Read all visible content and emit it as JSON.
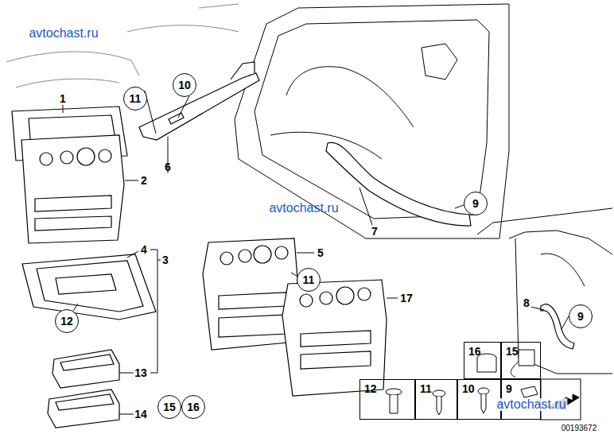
{
  "diagram": {
    "nodes": [
      {
        "text": [
          "11"
        ]
      },
      {
        "text": [
          "10"
        ]
      },
      {
        "text": [
          "9"
        ]
      },
      {
        "text": [
          "11"
        ]
      },
      {
        "text": [
          "12"
        ]
      },
      {
        "text": [
          "9"
        ]
      },
      {
        "text": [
          "16"
        ]
      },
      {
        "text": [
          "15"
        ]
      },
      {
        "text": [
          "12"
        ]
      },
      {
        "text": [
          "11"
        ]
      },
      {
        "text": [
          "10"
        ]
      },
      {
        "text": [
          "9"
        ]
      },
      {
        "text": [
          "15"
        ]
      },
      {
        "text": [
          "16"
        ]
      }
    ],
    "labels": [
      "avtochast.ru",
      "1",
      "2",
      "6",
      "avtochast.ru",
      "7",
      "4",
      "3",
      "5",
      "17",
      "13",
      "8",
      "14",
      "avtochast.ru",
      "00193672"
    ]
  }
}
